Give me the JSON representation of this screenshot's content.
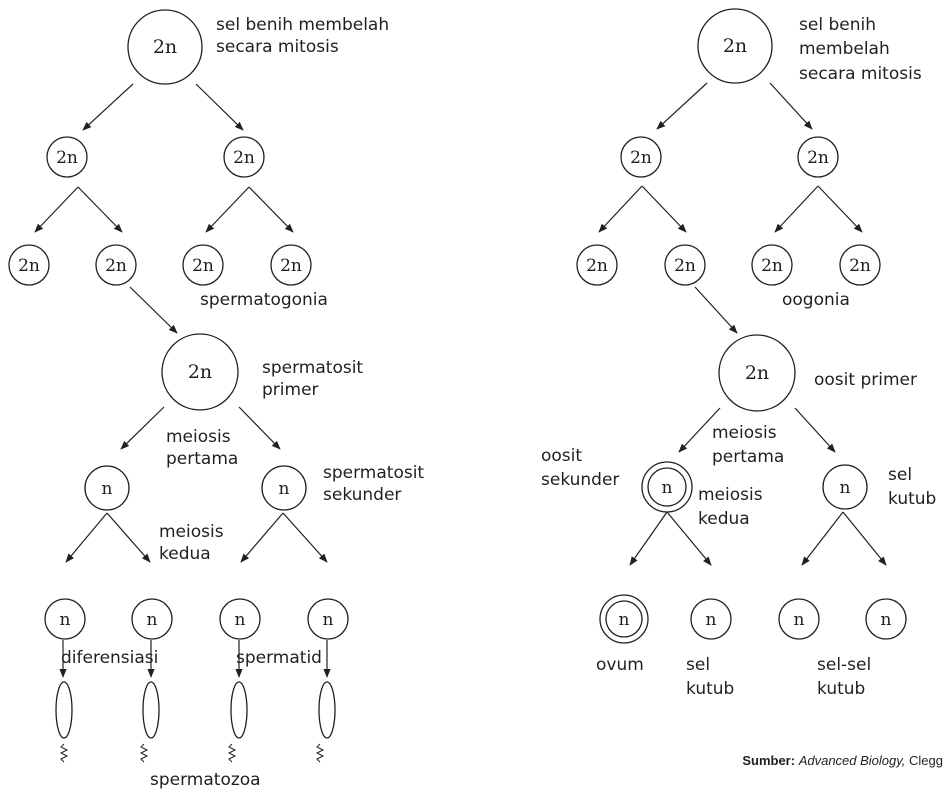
{
  "cells": {
    "root": "2n",
    "diploid": "2n",
    "haploid": "n"
  },
  "male": {
    "root_label": [
      "sel benih membelah",
      "secara mitosis"
    ],
    "spermatogonia": "spermatogonia",
    "primary": [
      "spermatosit",
      "primer"
    ],
    "meiosis1": [
      "meiosis",
      "pertama"
    ],
    "secondary": [
      "spermatosit",
      "sekunder"
    ],
    "meiosis2": [
      "meiosis",
      "kedua"
    ],
    "differentiation": "diferensiasi",
    "spermatid": "spermatid",
    "spermatozoa": "spermatozoa"
  },
  "female": {
    "root_label": [
      "sel benih",
      "membelah",
      "secara mitosis"
    ],
    "oogonia": "oogonia",
    "primary": "oosit primer",
    "meiosis1": [
      "meiosis",
      "pertama"
    ],
    "secondary": [
      "oosit",
      "sekunder"
    ],
    "meiosis2": [
      "meiosis",
      "kedua"
    ],
    "polar_body": [
      "sel",
      "kutub"
    ],
    "ovum": "ovum",
    "polar_body2": [
      "sel",
      "kutub"
    ],
    "polar_bodies": [
      "sel-sel",
      "kutub"
    ]
  },
  "source": {
    "prefix": "Sumber:",
    "title": "Advanced Biology,",
    "author": "Clegg"
  }
}
